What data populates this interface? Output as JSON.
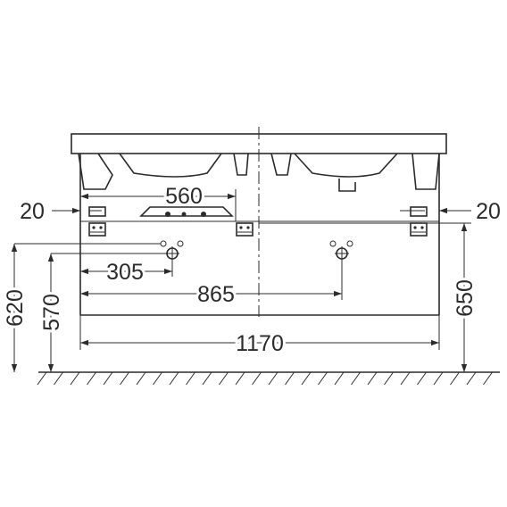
{
  "drawing": {
    "dimensions": {
      "top_width": "560",
      "left_offset": "20",
      "right_offset": "20",
      "left_drain": "305",
      "drain_spacing": "865",
      "overall_width": "1170",
      "height_left_outer": "620",
      "height_left_inner": "570",
      "height_right": "650"
    }
  }
}
